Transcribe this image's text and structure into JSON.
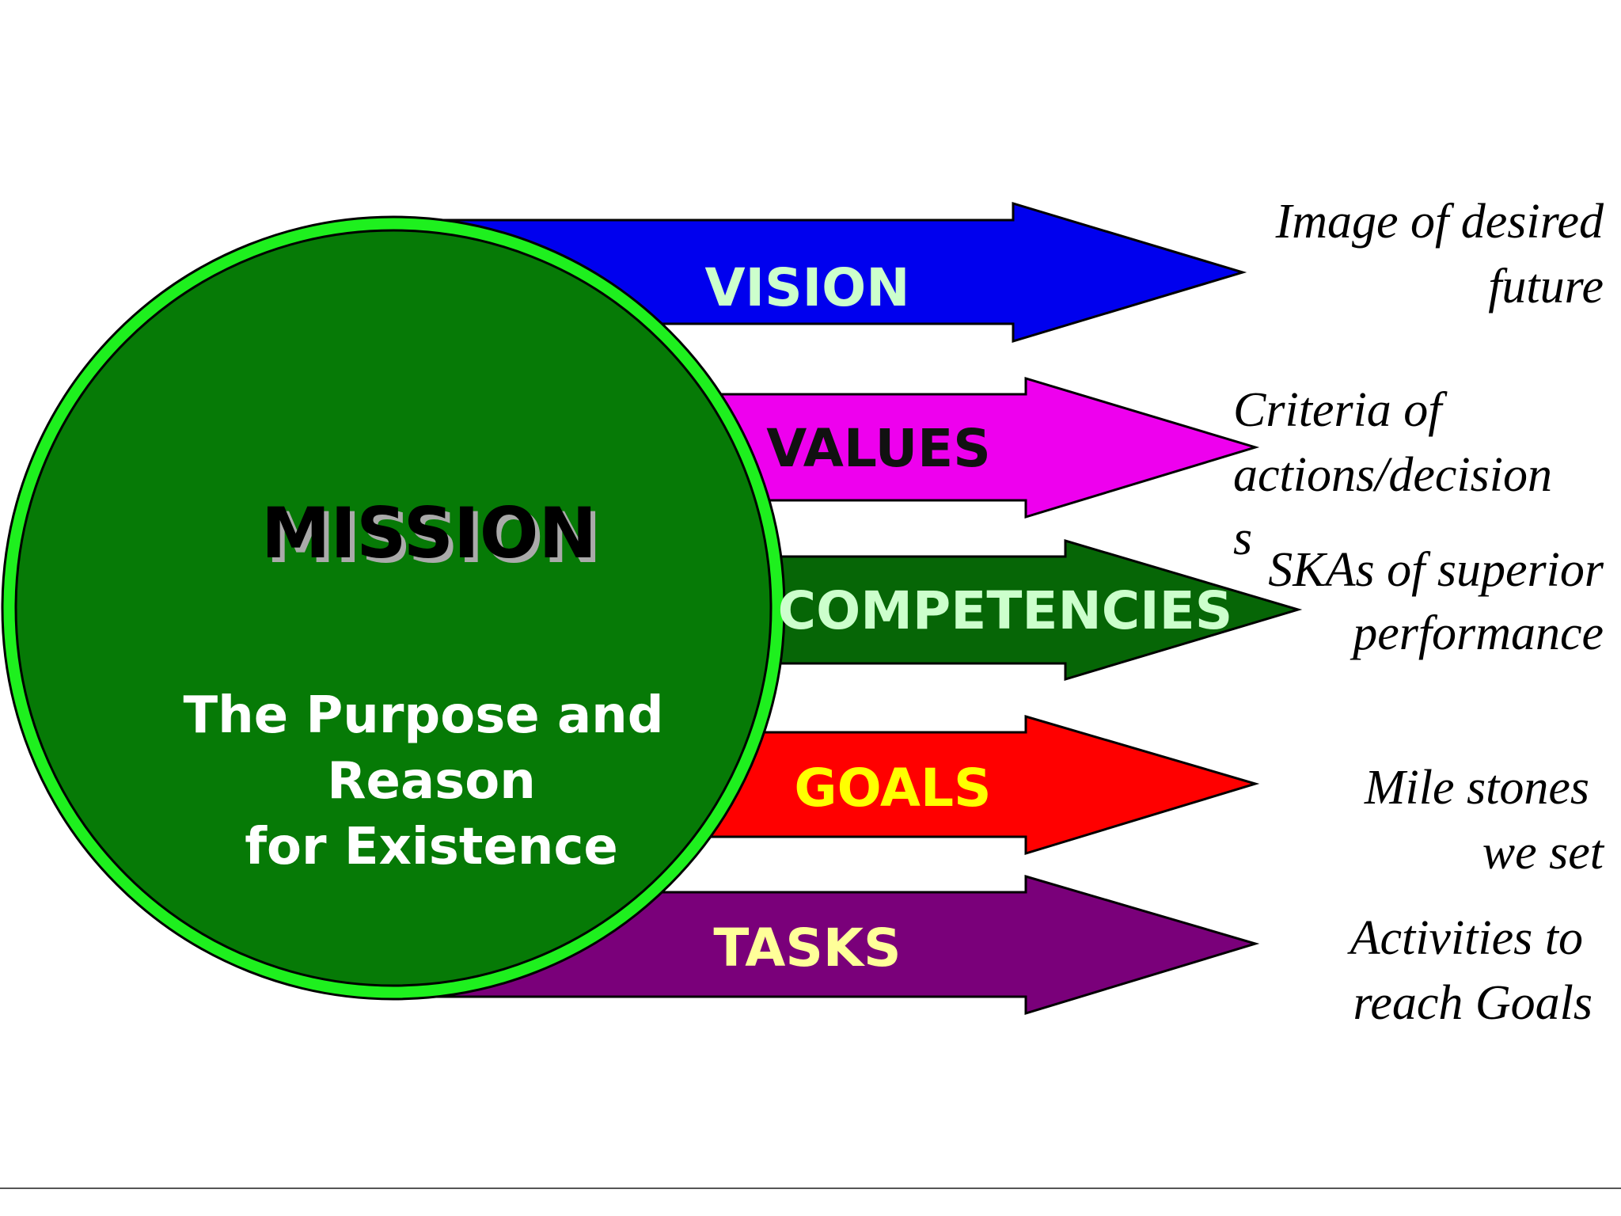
{
  "mission": {
    "title": "MISSION",
    "subtitle_lines": [
      "The Purpose and",
      "Reason",
      "for Existence"
    ],
    "fill_color": "#067a06",
    "ring_color": "#1ef01e"
  },
  "arrows": [
    {
      "label": "VISION",
      "fill": "#0000ee",
      "label_color": "#ccffcc",
      "description_lines": [
        "Image of desired",
        "future"
      ]
    },
    {
      "label": "VALUES",
      "fill": "#ee00ee",
      "label_color": "#111111",
      "description_lines": [
        "Criteria  of",
        "actions/decision",
        "s"
      ]
    },
    {
      "label": "COMPETENCIES",
      "fill": "#066606",
      "label_color": "#ccffcc",
      "description_lines": [
        "SKAs of superior",
        "performance"
      ]
    },
    {
      "label": "GOALS",
      "fill": "#ff0000",
      "label_color": "#ffff00",
      "description_lines": [
        "Mile stones",
        "we set"
      ]
    },
    {
      "label": "TASKS",
      "fill": "#7a007a",
      "label_color": "#ffff99",
      "description_lines": [
        "Activities to",
        "reach Goals"
      ]
    }
  ]
}
